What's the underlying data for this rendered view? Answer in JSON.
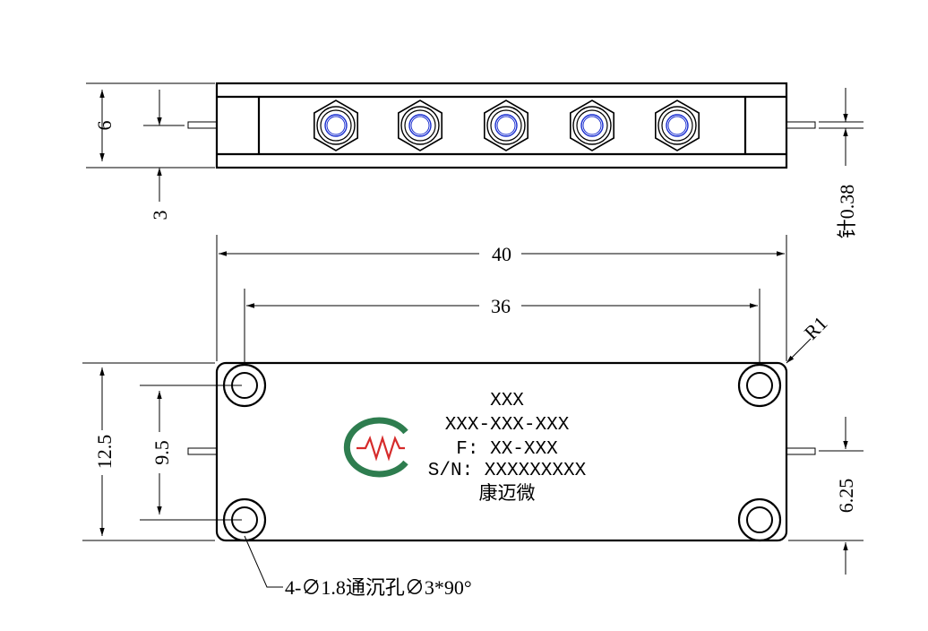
{
  "dimensions": {
    "top_height": "6",
    "top_offset": "3",
    "pin_diameter": "针0.38",
    "overall_length": "40",
    "hole_spacing": "36",
    "corner_radius": "R1",
    "body_height": "12.5",
    "hole_vertical_spacing": "9.5",
    "pin_height": "6.25",
    "hole_callout": "4-∅1.8通沉孔∅3*90°"
  },
  "label": {
    "line1": "XXX",
    "line2": "XXX-XXX-XXX",
    "line3": "F: XX-XXX",
    "line4": "S/N: XXXXXXXXX",
    "company": "康迈微"
  },
  "colors": {
    "logo_green": "#2e7d4f",
    "logo_red": "#d62b2b",
    "connector_blue": "#1a2fd0"
  },
  "icons": [
    "logo-icon"
  ]
}
